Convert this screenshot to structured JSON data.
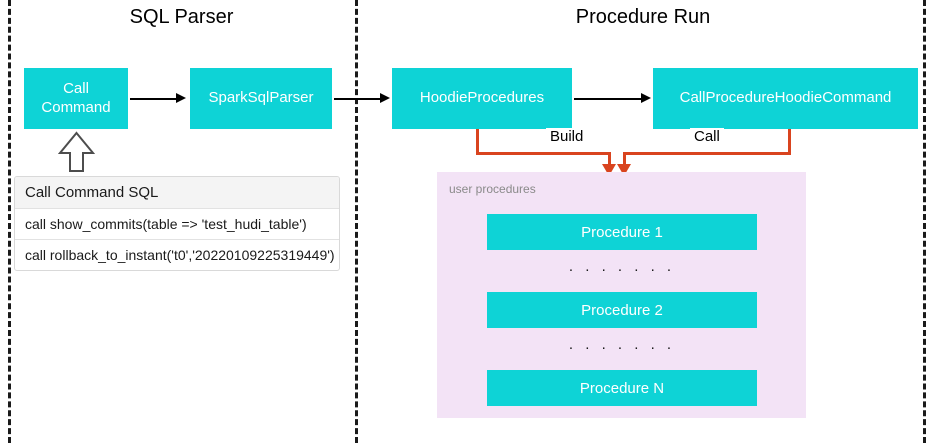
{
  "sections": {
    "left": {
      "title": "SQL Parser"
    },
    "right": {
      "title": "Procedure Run"
    }
  },
  "nodes": {
    "call_command": "Call\nCommand",
    "call_command_line1": "Call",
    "call_command_line2": "Command",
    "spark_sql_parser": "SparkSqlParser",
    "hoodie_procedures": "HoodieProcedures",
    "call_procedure_hoodie_command": "CallProcedureHoodieCommand"
  },
  "edges": {
    "build_label": "Build",
    "call_label": "Call"
  },
  "sql_list": {
    "header": "Call Command SQL",
    "rows": [
      "call show_commits(table => 'test_hudi_table')",
      "call rollback_to_instant('t0','20220109225319449')"
    ]
  },
  "procedures_panel": {
    "caption": "user procedures",
    "items": [
      "Procedure 1",
      "Procedure 2",
      "Procedure N"
    ],
    "ellipsis": ". . . . . . ."
  },
  "colors": {
    "teal_box": "#0ED3D6",
    "panel_purple": "#F3E3F6",
    "orange_connector": "#D9441F",
    "divider_dash": "#1A1A1A",
    "text_white": "#FFFFFF",
    "caption_gray": "#8A8A8A"
  }
}
